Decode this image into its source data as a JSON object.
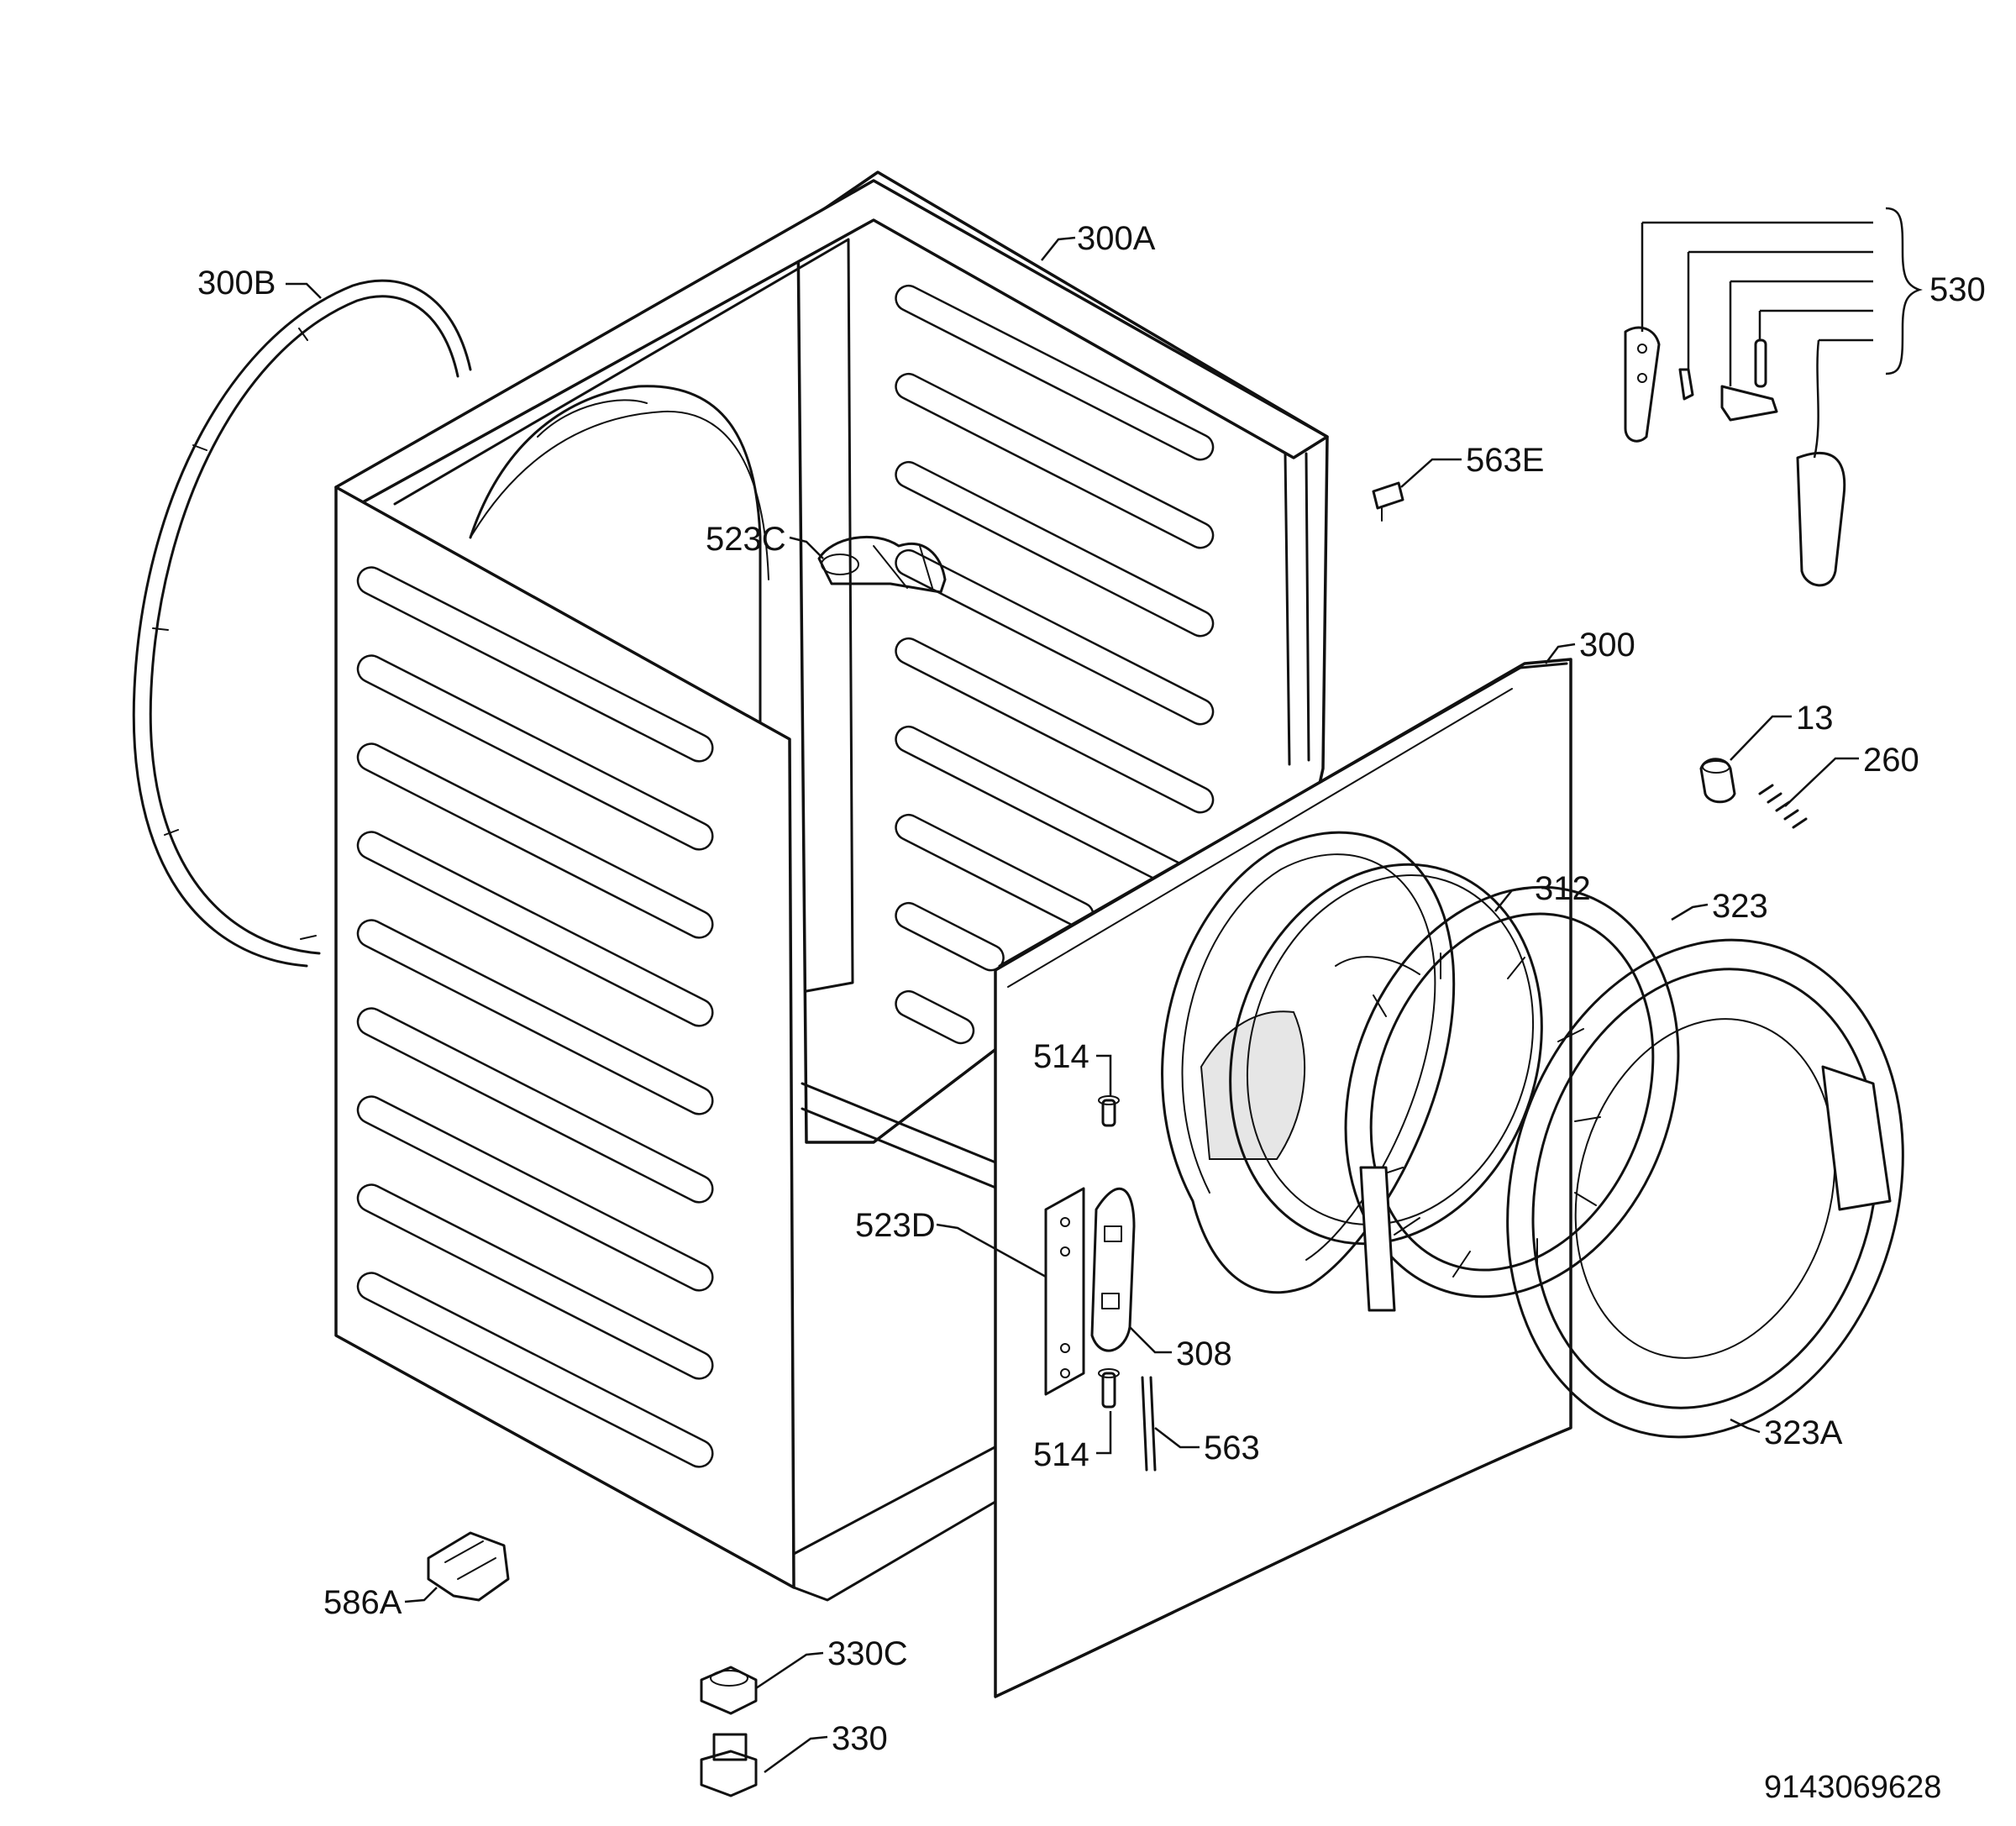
{
  "labels": {
    "p300B": "300B",
    "p300A": "300A",
    "p530": "530",
    "p563E": "563E",
    "p523C": "523C",
    "p300": "300",
    "p13": "13",
    "p260": "260",
    "p312": "312",
    "p323": "323",
    "p514_top": "514",
    "p523D": "523D",
    "p308": "308",
    "p514_bottom": "514",
    "p563": "563",
    "p323A": "323A",
    "p586A": "586A",
    "p330C": "330C",
    "p330": "330"
  },
  "document_number": "9143069628"
}
